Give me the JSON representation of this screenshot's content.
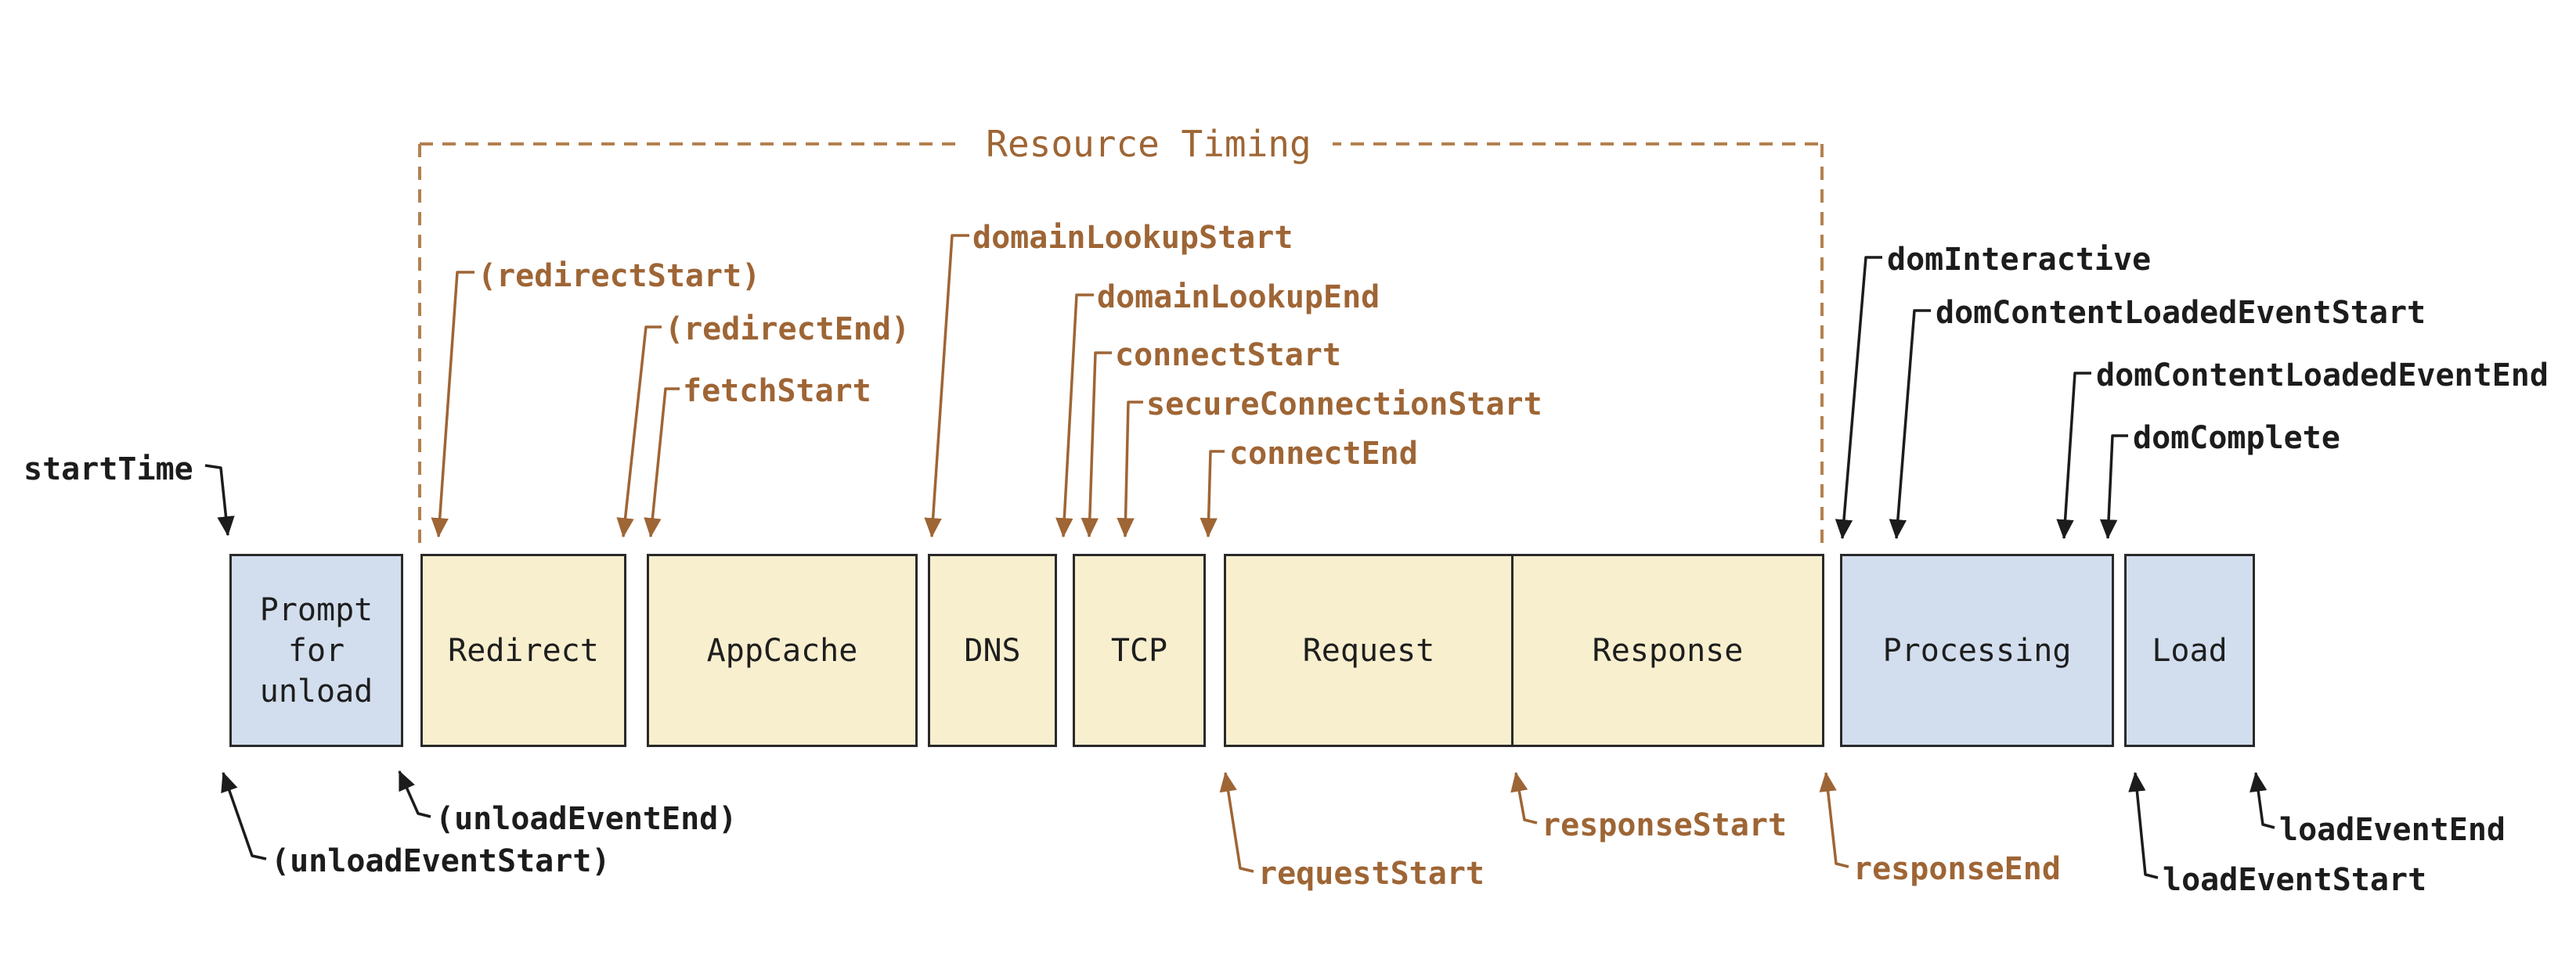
{
  "bracket": {
    "label": "Resource Timing"
  },
  "phases": [
    {
      "id": "prompt-for-unload",
      "label": "Prompt for unload",
      "palette": "blue"
    },
    {
      "id": "redirect",
      "label": "Redirect",
      "palette": "cream"
    },
    {
      "id": "appcache",
      "label": "AppCache",
      "palette": "cream"
    },
    {
      "id": "dns",
      "label": "DNS",
      "palette": "cream"
    },
    {
      "id": "tcp",
      "label": "TCP",
      "palette": "cream"
    },
    {
      "id": "request",
      "label": "Request",
      "palette": "cream"
    },
    {
      "id": "response",
      "label": "Response",
      "palette": "cream"
    },
    {
      "id": "processing",
      "label": "Processing",
      "palette": "blue"
    },
    {
      "id": "load",
      "label": "Load",
      "palette": "blue"
    }
  ],
  "events": {
    "resource": {
      "redirectStart": "(redirectStart)",
      "redirectEnd": "(redirectEnd)",
      "fetchStart": "fetchStart",
      "domainLookupStart": "domainLookupStart",
      "domainLookupEnd": "domainLookupEnd",
      "connectStart": "connectStart",
      "secureConnectionStart": "secureConnectionStart",
      "connectEnd": "connectEnd",
      "requestStart": "requestStart",
      "responseStart": "responseStart",
      "responseEnd": "responseEnd"
    },
    "navigation": {
      "startTime": "startTime",
      "unloadEventStart": "(unloadEventStart)",
      "unloadEventEnd": "(unloadEventEnd)",
      "domInteractive": "domInteractive",
      "domContentLoadedEventStart": "domContentLoadedEventStart",
      "domContentLoadedEventEnd": "domContentLoadedEventEnd",
      "domComplete": "domComplete",
      "loadEventStart": "loadEventStart",
      "loadEventEnd": "loadEventEnd"
    }
  },
  "colors": {
    "resource_accent": "#9e6535",
    "navigation_text": "#1c1c1c",
    "box_cream": "#f8efcf",
    "box_blue": "#d2deee",
    "box_border": "#2a2a2a",
    "bracket_dash": "#b3814f"
  }
}
